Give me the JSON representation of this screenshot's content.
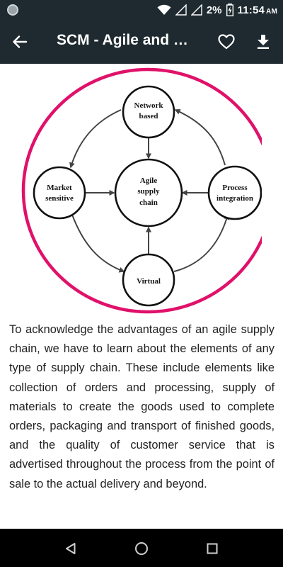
{
  "status_bar": {
    "battery": "2%",
    "time": "11:54",
    "ampm": "AM"
  },
  "app_bar": {
    "title": "SCM - Agile and R..."
  },
  "diagram": {
    "nodes": {
      "top_line1": "Network",
      "top_line2": "based",
      "left_line1": "Market",
      "left_line2": "sensitive",
      "center_line1": "Agile",
      "center_line2": "supply",
      "center_line3": "chain",
      "right_line1": "Process",
      "right_line2": "integration",
      "bottom": "Virtual"
    },
    "ring_color": "#e0116a"
  },
  "article": {
    "paragraph": "To acknowledge the advantages of an agile supply chain, we have to learn about the elements of any type of supply chain. These include elements like collection of orders and processing, supply of materials to create the goods used to complete orders, packaging and transport of finished goods, and the quality of customer service that is advertised throughout the process from the point of sale to the actual delivery and beyond."
  },
  "icons": {
    "back": "arrow-left-icon",
    "favorite": "heart-outline-icon",
    "download": "download-icon",
    "nav_back": "triangle-back-icon",
    "nav_home": "circle-home-icon",
    "nav_recents": "square-recents-icon"
  }
}
